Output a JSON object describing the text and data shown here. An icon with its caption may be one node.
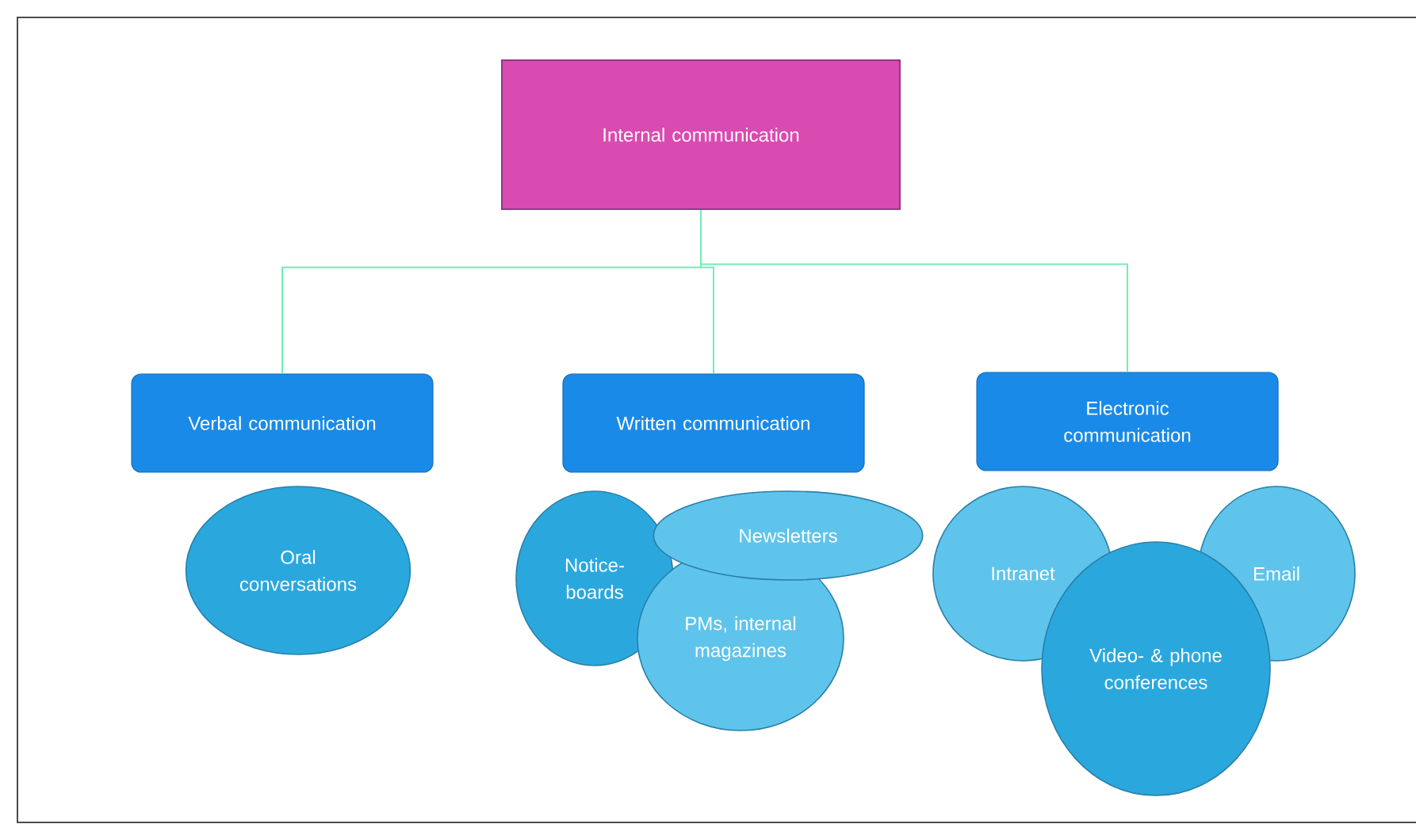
{
  "diagram": {
    "nodes": [
      {
        "text": [
          "Internal communication"
        ]
      },
      {
        "text": [
          "Verbal communication"
        ]
      },
      {
        "text": [
          "Written communication"
        ]
      },
      {
        "text": [
          "Electronic communication"
        ]
      },
      {
        "text": [
          "Oral conversations"
        ]
      },
      {
        "text": [
          "Notice- boards"
        ]
      },
      {
        "text": [
          "Newsletters"
        ]
      },
      {
        "text": [
          "PMs, internal magazines"
        ]
      },
      {
        "text": [
          "Intranet"
        ]
      },
      {
        "text": [
          "Video- & phone conferences"
        ]
      },
      {
        "text": [
          "Email"
        ]
      }
    ],
    "edges": [
      {
        "from": 0,
        "to": 1,
        "arrow": "none"
      },
      {
        "from": 0,
        "to": 2,
        "arrow": "none"
      },
      {
        "from": 0,
        "to": 3,
        "arrow": "none"
      }
    ]
  }
}
